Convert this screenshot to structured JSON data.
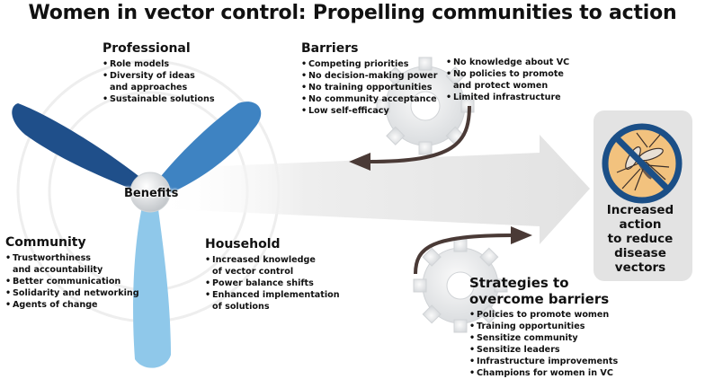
{
  "title": "Women in vector control: Propelling communities to action",
  "benefits_label": "Benefits",
  "professional": {
    "heading": "Professional",
    "items": [
      "Role models",
      "Diversity of ideas\nand approaches",
      "Sustainable solutions"
    ]
  },
  "community": {
    "heading": "Community",
    "items": [
      "Trustworthiness\nand accountability",
      "Better communication",
      "Solidarity and networking",
      "Agents of change"
    ]
  },
  "household": {
    "heading": "Household",
    "items": [
      "Increased knowledge\nof vector control",
      "Power balance shifts",
      "Enhanced implementation\nof solutions"
    ]
  },
  "barriers": {
    "heading": "Barriers",
    "items_left": [
      "Competing priorities",
      "No decision-making power",
      "No training opportunities",
      "No community acceptance",
      "Low self-efficacy"
    ],
    "items_right": [
      "No knowledge about VC",
      "No policies to promote\nand protect women",
      "Limited infrastructure"
    ]
  },
  "strategies": {
    "heading_line1": "Strategies to",
    "heading_line2": "overcome barriers",
    "items": [
      "Policies to promote women",
      "Training opportunities",
      "Sensitize community",
      "Sensitize leaders",
      "Infrastructure improvements",
      "Champions for women in VC"
    ]
  },
  "outcome": {
    "line1": "Increased",
    "line2": "action",
    "line3": "to reduce",
    "line4": "disease",
    "line5": "vectors"
  },
  "colors": {
    "blade_dark": "#1f4f8a",
    "blade_mid": "#3e83c2",
    "blade_light": "#8fc8ea",
    "gear": "#e4e6e8",
    "arrow_dark": "#4a3a36",
    "outcome_box": "#e3e3e3",
    "mosquito_circle": "#f2c27e",
    "prohibition": "#1b4f87"
  },
  "icons": [
    "fan-icon",
    "gear-icon",
    "mosquito-icon",
    "prohibition-icon",
    "curved-arrow-icon"
  ]
}
